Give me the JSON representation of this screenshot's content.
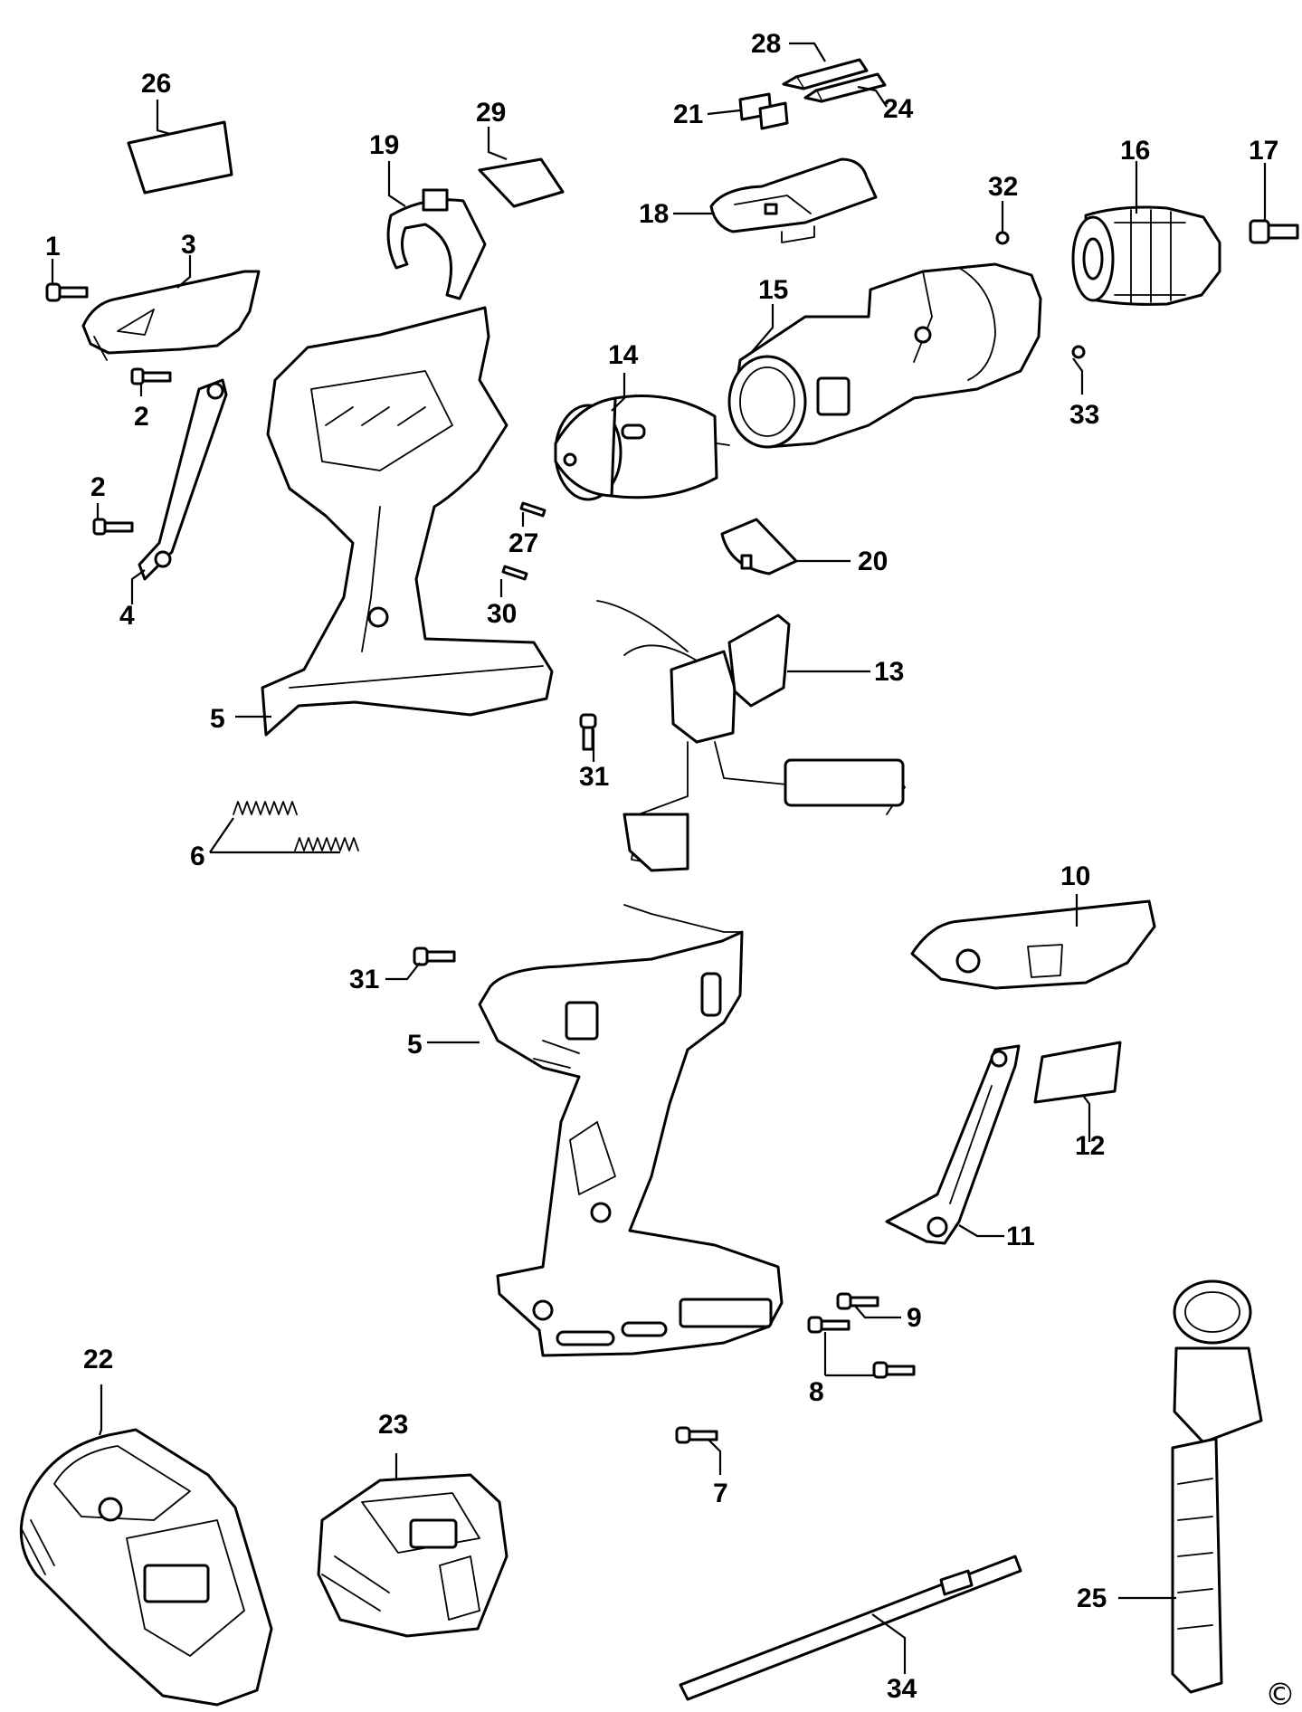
{
  "diagram": {
    "copyright_symbol": "©",
    "callouts": [
      {
        "id": "p1",
        "text": "1"
      },
      {
        "id": "p2a",
        "text": "2"
      },
      {
        "id": "p2b",
        "text": "2"
      },
      {
        "id": "p3",
        "text": "3"
      },
      {
        "id": "p4",
        "text": "4"
      },
      {
        "id": "p5a",
        "text": "5"
      },
      {
        "id": "p5b",
        "text": "5"
      },
      {
        "id": "p6",
        "text": "6"
      },
      {
        "id": "p7",
        "text": "7"
      },
      {
        "id": "p8",
        "text": "8"
      },
      {
        "id": "p9",
        "text": "9"
      },
      {
        "id": "p10",
        "text": "10"
      },
      {
        "id": "p11",
        "text": "11"
      },
      {
        "id": "p12",
        "text": "12"
      },
      {
        "id": "p13",
        "text": "13"
      },
      {
        "id": "p14",
        "text": "14"
      },
      {
        "id": "p15",
        "text": "15"
      },
      {
        "id": "p16",
        "text": "16"
      },
      {
        "id": "p17",
        "text": "17"
      },
      {
        "id": "p18",
        "text": "18"
      },
      {
        "id": "p19",
        "text": "19"
      },
      {
        "id": "p20",
        "text": "20"
      },
      {
        "id": "p21",
        "text": "21"
      },
      {
        "id": "p22",
        "text": "22"
      },
      {
        "id": "p23",
        "text": "23"
      },
      {
        "id": "p24",
        "text": "24"
      },
      {
        "id": "p25",
        "text": "25"
      },
      {
        "id": "p26",
        "text": "26"
      },
      {
        "id": "p27",
        "text": "27"
      },
      {
        "id": "p28",
        "text": "28"
      },
      {
        "id": "p29",
        "text": "29"
      },
      {
        "id": "p30",
        "text": "30"
      },
      {
        "id": "p31a",
        "text": "31"
      },
      {
        "id": "p31b",
        "text": "31"
      },
      {
        "id": "p32",
        "text": "32"
      },
      {
        "id": "p33",
        "text": "33"
      },
      {
        "id": "p34",
        "text": "34"
      }
    ]
  }
}
